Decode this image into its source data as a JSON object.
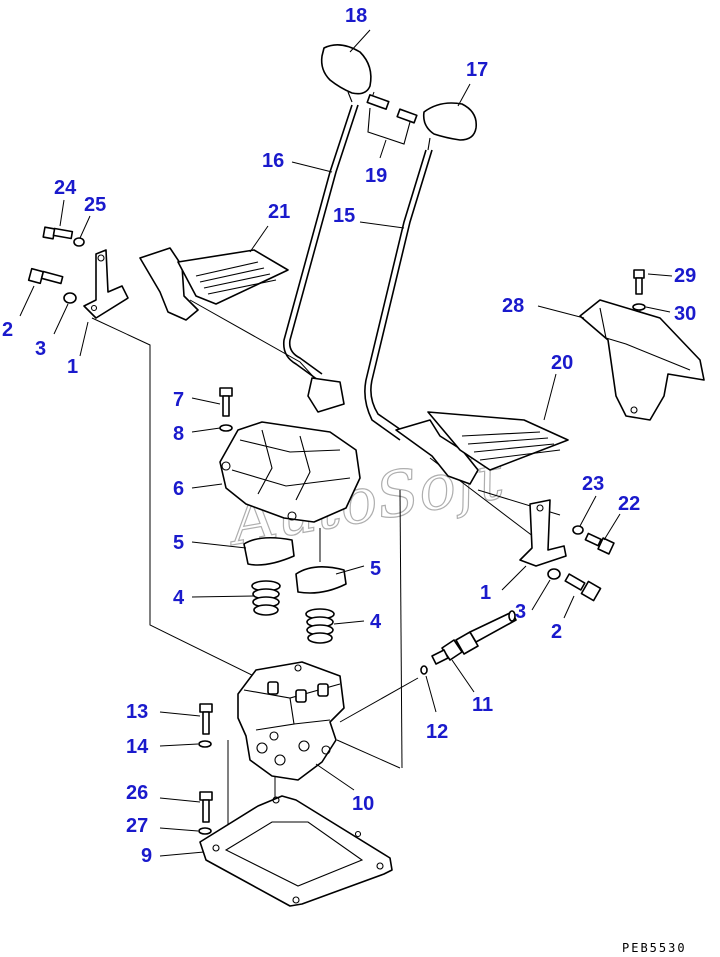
{
  "figure": {
    "code": "PEB5530",
    "watermark": "AutoSoft"
  },
  "labels": {
    "l1a": "1",
    "l1b": "1",
    "l2a": "2",
    "l2b": "2",
    "l3a": "3",
    "l3b": "3",
    "l4a": "4",
    "l4b": "4",
    "l5a": "5",
    "l5b": "5",
    "l6": "6",
    "l7": "7",
    "l8": "8",
    "l9": "9",
    "l10": "10",
    "l11": "11",
    "l12": "12",
    "l13": "13",
    "l14": "14",
    "l15": "15",
    "l16": "16",
    "l17": "17",
    "l18": "18",
    "l19": "19",
    "l20": "20",
    "l21": "21",
    "l22": "22",
    "l23": "23",
    "l24": "24",
    "l25": "25",
    "l26": "26",
    "l27": "27",
    "l28": "28",
    "l29": "29",
    "l30": "30"
  },
  "icons": [
    "bolt-icon",
    "washer-icon",
    "bracket-icon",
    "pedal-icon",
    "lever-icon",
    "knob-icon",
    "spring-icon",
    "valve-icon",
    "gasket-icon",
    "elbow-icon"
  ]
}
